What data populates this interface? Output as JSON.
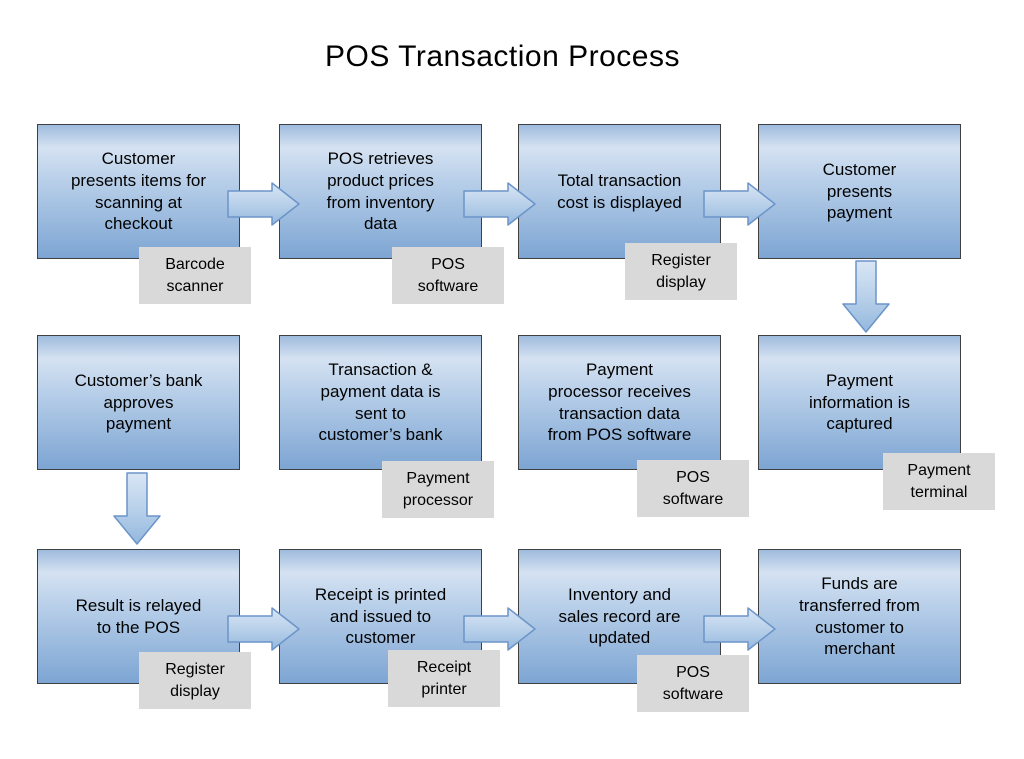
{
  "title": "POS Transaction Process",
  "diagram_type": "flowchart",
  "nodes": [
    {
      "id": "customer-presents-items",
      "label": "Customer\npresents items for\nscanning at\ncheckout",
      "tag": "Barcode\nscanner"
    },
    {
      "id": "pos-retrieves-prices",
      "label": "POS retrieves\nproduct prices\nfrom inventory\ndata",
      "tag": "POS\nsoftware"
    },
    {
      "id": "total-cost-displayed",
      "label": "Total transaction\ncost is displayed",
      "tag": "Register\ndisplay"
    },
    {
      "id": "customer-presents-payment",
      "label": "Customer\npresents\npayment",
      "tag": null
    },
    {
      "id": "bank-approves-payment",
      "label": "Customer’s bank\napproves\npayment",
      "tag": null
    },
    {
      "id": "data-sent-to-bank",
      "label": "Transaction &\npayment data is\nsent to\ncustomer’s bank",
      "tag": "Payment\nprocessor"
    },
    {
      "id": "processor-receives-data",
      "label": "Payment\nprocessor receives\ntransaction data\nfrom POS software",
      "tag": "POS\nsoftware"
    },
    {
      "id": "payment-info-captured",
      "label": "Payment\ninformation is\ncaptured",
      "tag": "Payment\nterminal"
    },
    {
      "id": "result-relayed-to-pos",
      "label": "Result is relayed\nto the POS",
      "tag": "Register\ndisplay"
    },
    {
      "id": "receipt-printed",
      "label": "Receipt is printed\nand issued to\ncustomer",
      "tag": "Receipt\nprinter"
    },
    {
      "id": "inventory-updated",
      "label": "Inventory and\nsales record are\nupdated",
      "tag": "POS\nsoftware"
    },
    {
      "id": "funds-transferred",
      "label": "Funds are\ntransferred from\ncustomer to\nmerchant",
      "tag": null
    }
  ],
  "edges": [
    {
      "from": "customer-presents-items",
      "to": "pos-retrieves-prices",
      "direction": "right"
    },
    {
      "from": "pos-retrieves-prices",
      "to": "total-cost-displayed",
      "direction": "right"
    },
    {
      "from": "total-cost-displayed",
      "to": "customer-presents-payment",
      "direction": "right"
    },
    {
      "from": "customer-presents-payment",
      "to": "payment-info-captured",
      "direction": "down"
    },
    {
      "from": "bank-approves-payment",
      "to": "result-relayed-to-pos",
      "direction": "down"
    },
    {
      "from": "result-relayed-to-pos",
      "to": "receipt-printed",
      "direction": "right"
    },
    {
      "from": "receipt-printed",
      "to": "inventory-updated",
      "direction": "right"
    },
    {
      "from": "inventory-updated",
      "to": "funds-transferred",
      "direction": "right"
    }
  ],
  "colors": {
    "background": "#ffffff",
    "box_fill_top": "#9fbbdd",
    "box_fill_light": "#d5e2f2",
    "box_fill_bottom": "#7da5d3",
    "box_border": "#404040",
    "arrow_fill_light": "#d9e6f5",
    "arrow_fill_dark": "#94b8de",
    "arrow_border": "#6b94c8",
    "tag_fill": "#d9d9d9",
    "text": "#000000"
  }
}
